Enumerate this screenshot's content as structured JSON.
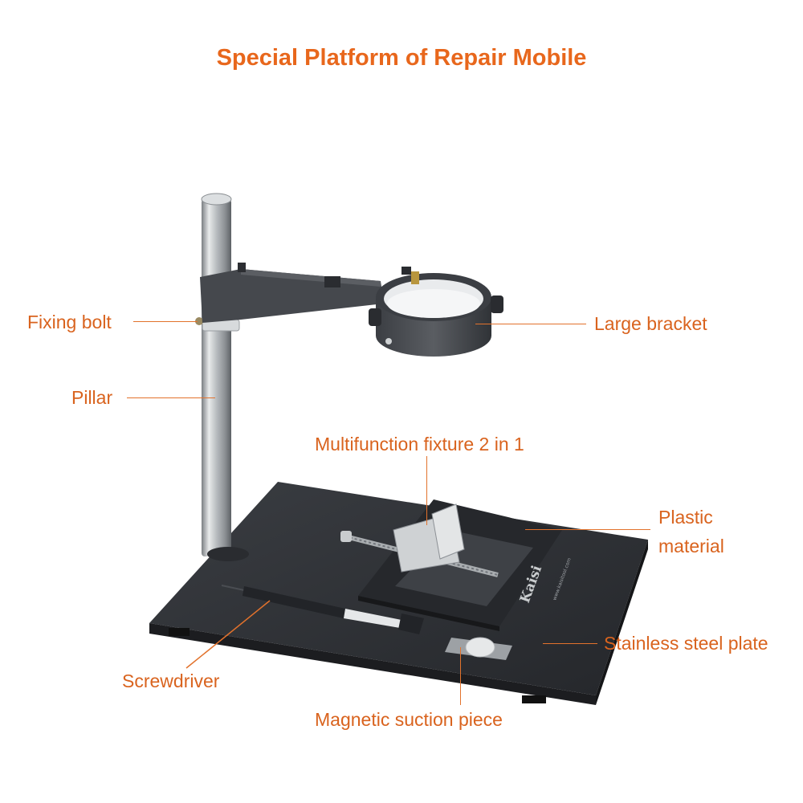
{
  "title": "Special Platform of Repair Mobile",
  "labels": {
    "fixing_bolt": "Fixing bolt",
    "pillar": "Pillar",
    "large_bracket": "Large bracket",
    "multifunction_fixture": "Multifunction fixture 2 in 1",
    "plastic": "Plastic",
    "material": "material",
    "stainless_steel_plate": "Stainless steel plate",
    "screwdriver": "Screwdriver",
    "magnetic_suction_piece": "Magnetic suction piece"
  },
  "brand": {
    "logo_text": "Kaisi",
    "site": "www.kaisitool.com"
  },
  "colors": {
    "accent": "#e8671c",
    "plate": "#2f3237",
    "bracket": "#44474c",
    "steel": "#c9ccce"
  }
}
